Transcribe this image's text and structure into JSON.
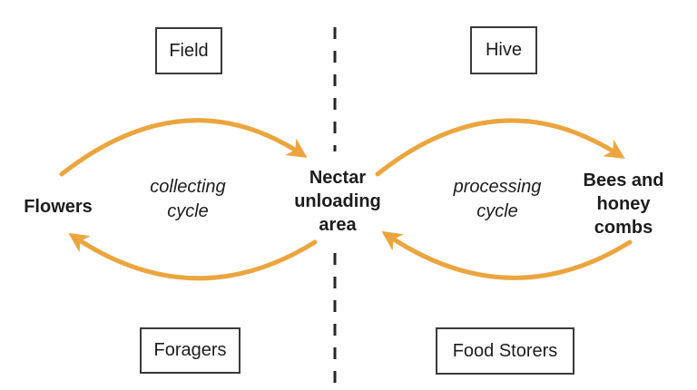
{
  "regions": {
    "field": "Field",
    "hive": "Hive",
    "foragers": "Foragers",
    "food_storers": "Food Storers"
  },
  "nodes": {
    "flowers": "Flowers",
    "nectar_unloading_area": "Nectar\nunloading\narea",
    "bees_and_honey_combs": "Bees and\nhoney\ncombs"
  },
  "cycles": {
    "collecting": "collecting\ncycle",
    "processing": "processing\ncycle"
  },
  "colors": {
    "arrow": "#EBA53E",
    "divider": "#262626",
    "box_border": "#3A3A3A",
    "text": "#1C1C1C"
  }
}
